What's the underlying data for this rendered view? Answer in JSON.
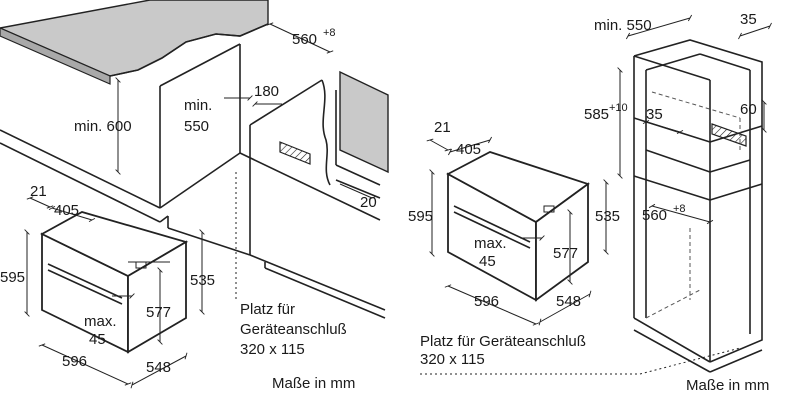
{
  "diagram": {
    "left": {
      "dim_width_top": "560",
      "dim_width_top_sup": "+8",
      "dim_min_height": "min. 600",
      "dim_min_depth_1": "min.",
      "dim_min_depth_2": "550",
      "dim_180": "180",
      "dim_20": "20",
      "dim_21": "21",
      "dim_405": "405",
      "dim_595": "595",
      "dim_535": "535",
      "dim_577": "577",
      "dim_max_1": "max.",
      "dim_max_2": "45",
      "dim_596": "596",
      "dim_548": "548",
      "connection_1": "Platz für",
      "connection_2": "Geräteanschluß",
      "connection_3": "320 x 115",
      "units": "Maße in mm"
    },
    "right": {
      "dim_min_550": "min. 550",
      "dim_35_top": "35",
      "dim_585": "585",
      "dim_585_sup": "+10",
      "dim_60": "60",
      "dim_35_mid": "35",
      "dim_21": "21",
      "dim_405": "405",
      "dim_595": "595",
      "dim_535": "535",
      "dim_577": "577",
      "dim_max_1": "max.",
      "dim_max_2": "45",
      "dim_560": "560",
      "dim_560_sup": "+8",
      "dim_596": "596",
      "dim_548": "548",
      "connection_1": "Platz für Geräteanschluß",
      "connection_2": "320 x 115",
      "units": "Maße in mm"
    }
  }
}
